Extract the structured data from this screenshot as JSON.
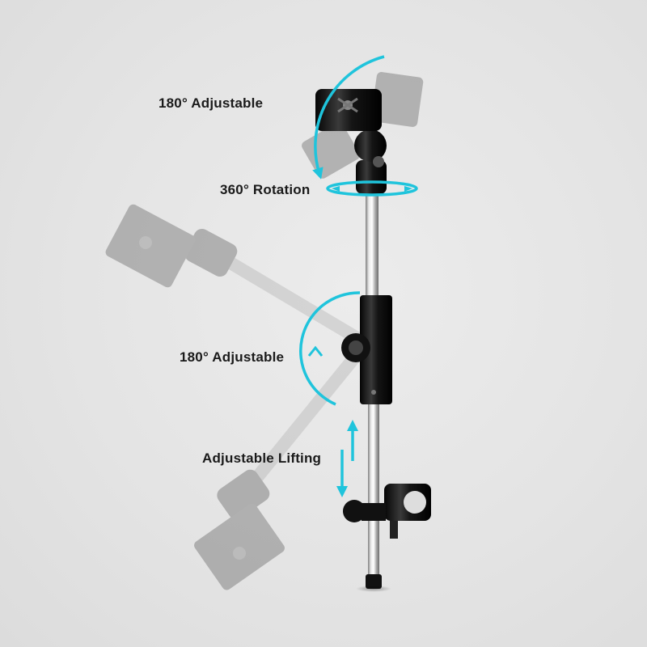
{
  "labels": {
    "top_adjustable": "180° Adjustable",
    "rotation": "360° Rotation",
    "middle_adjustable": "180° Adjustable",
    "lifting": "Adjustable Lifting"
  },
  "colors": {
    "background": "#e6e6e6",
    "accent": "#1fc4dc",
    "text": "#1a1a1a",
    "metal": "#b8b8b8",
    "black_part": "#151515"
  },
  "icons": {
    "top_arc": "rotation-arc-icon",
    "rotation_ring": "rotation-ring-icon",
    "middle_arc": "rotation-arc-icon",
    "lift_arrows": "double-arrow-icon"
  }
}
